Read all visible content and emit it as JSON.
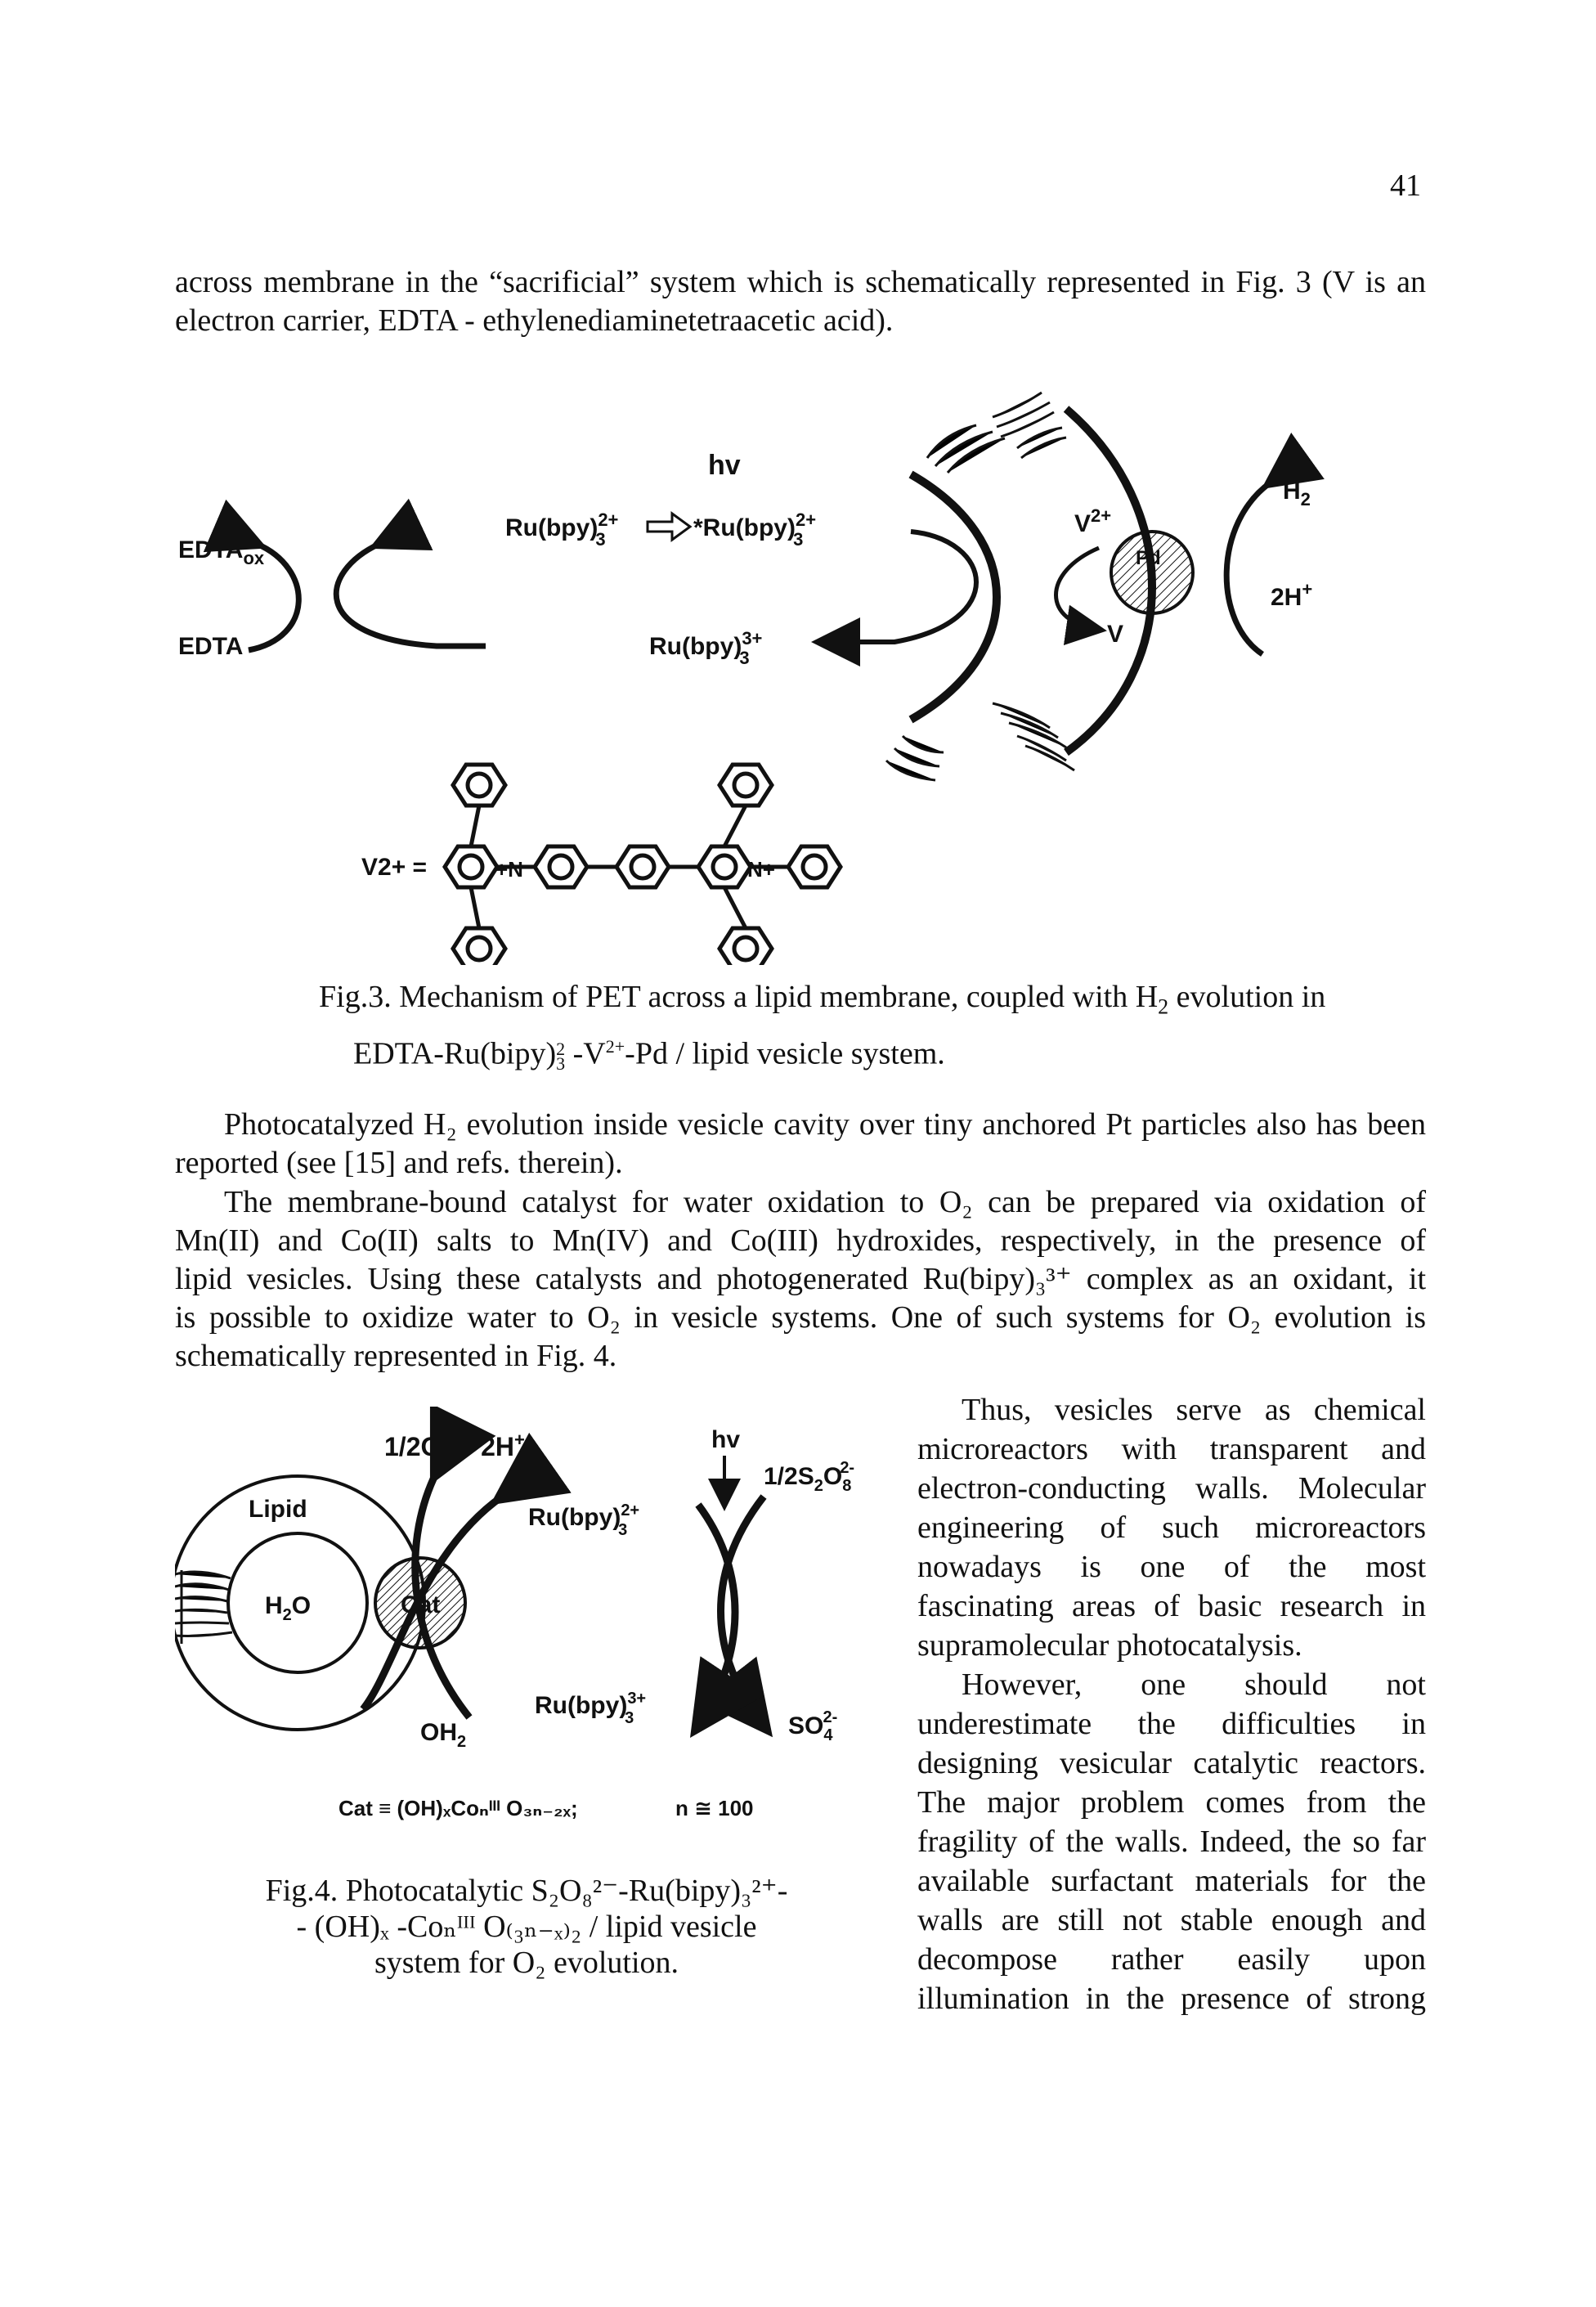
{
  "page_number": "41",
  "intro": "across membrane in the “sacrificial” system which is schematically represented in Fig. 3 (V is an electron carrier, EDTA - ethylenediaminetetraacetic acid).",
  "fig3": {
    "labels": {
      "hv": "hv",
      "edta_ox": "EDTA",
      "edta_ox_sub": "ox",
      "edta": "EDTA",
      "ru_left": "Ru(bpy)",
      "ru_left_sup": "2+",
      "ru_left_sub": "3",
      "ru_star": "*Ru(bpy)",
      "ru_star_sup": "2+",
      "ru_star_sub": "3",
      "ru_bottom": "Ru(bpy)",
      "ru_bottom_sup": "3+",
      "ru_bottom_sub": "3",
      "v2plus": "V",
      "v2plus_sup": "2+",
      "v": "V",
      "pd": "Pd",
      "h2": "H",
      "h2_sub": "2",
      "two_h": "2H",
      "two_h_sup": "+",
      "viologen_label": "V2+ =",
      "n_plus_left": "+N",
      "n_plus_right": "N+"
    },
    "caption_line1": "Fig.3. Mechanism of PET across a lipid membrane, coupled with H",
    "caption_line1_sub": "2",
    "caption_line1_end": " evolution in",
    "caption_line2_a": "EDTA-Ru(bipy)",
    "caption_line2_sup": "2",
    "caption_line2_sub": "3",
    "caption_line2_b": " -V",
    "caption_line2_sup2": "2+",
    "caption_line2_c": "-Pd / lipid vesicle system."
  },
  "para1": "Photocatalyzed H₂ evolution inside vesicle cavity over tiny anchored Pt particles also has been reported (see [15] and refs. therein).",
  "para2_lines": [
    "The membrane-bound catalyst for water oxidation to O₂ can be prepared via oxidation of",
    "Mn(II) and Co(II) salts to Mn(IV) and Co(III) hydroxides, respectively, in the presence of",
    "lipid vesicles. Using these catalysts and photogenerated Ru(bipy)₃³⁺ complex as an oxidant, it",
    "is possible to oxidize water to O₂ in vesicle systems. One of such systems for O₂ evolution is",
    "schematically represented in Fig. 4."
  ],
  "fig4": {
    "labels": {
      "o2": "1/2O",
      "o2_sub": "2",
      "o2_rest": " + 2H",
      "o2_sup": "+",
      "hv": "hv",
      "s2o8": "1/2S",
      "s2o8_sub1": "2",
      "s2o8_mid": "O",
      "s2o8_sub2": "8",
      "s2o8_sup": "2-",
      "lipid": "Lipid",
      "h2o": "H",
      "h2o_sub": "2",
      "h2o_end": "O",
      "ru2": "Ru(bpy)",
      "ru2_sup": "2+",
      "ru2_sub": "3",
      "cat": "Cat",
      "ru3": "Ru(bpy)",
      "ru3_sup": "3+",
      "ru3_sub": "3",
      "oh2": "OH",
      "oh2_sub": "2",
      "so4": "SO",
      "so4_sub": "4",
      "so4_sup": "2-",
      "cat_formula": "Cat ≡ (OH)ₓCoₙᴵᴵᴵ O₃ₙ₋₂ₓ;",
      "n_value": "n ≅ 100"
    },
    "caption_lines": [
      "Fig.4. Photocatalytic S₂O₈²⁻-Ru(bipy)₃²⁺-",
      "- (OH)ₓ -Coₙᴵᴵᴵ O₍₃ₙ₋ₓ₎₂ / lipid vesicle",
      "system for O₂ evolution."
    ]
  },
  "right_col_lines": [
    "Thus, vesicles serve as chemical",
    "microreactors with transparent and",
    "electron-conducting walls. Molecular",
    "engineering of such microreactors",
    "nowadays is one of the most",
    "fascinating areas of basic research in",
    "supramolecular photocatalysis.",
    "However, one should not",
    "underestimate the difficulties in",
    "designing vesicular catalytic reactors.",
    "The major problem comes from the",
    "fragility of the walls. Indeed, the so far",
    "available surfactant materials for the",
    "walls are still not stable enough and",
    "decompose rather easily upon",
    "illumination in the presence of strong"
  ]
}
